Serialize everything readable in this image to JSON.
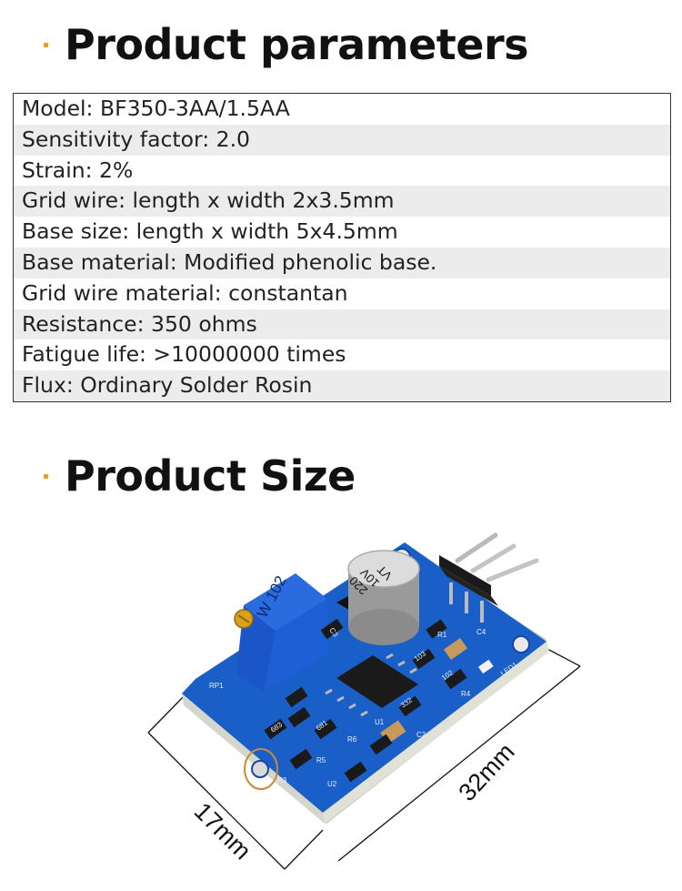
{
  "section1": {
    "title": "Product parameters"
  },
  "params": [
    "Model: BF350-3AA/1.5AA",
    "Sensitivity factor: 2.0",
    "Strain: 2%",
    "Grid wire: length x width 2x3.5mm",
    "Base size: length x width 5x4.5mm",
    "Base material: Modified phenolic base.",
    "Grid wire material: constantan",
    "Resistance: 350 ohms",
    "Fatigue life: >10000000 times",
    "Flux: Ordinary Solder Rosin"
  ],
  "section2": {
    "title": "Product Size"
  },
  "figure": {
    "dim_width": "17mm",
    "dim_length": "32mm",
    "pot_label": "W 102",
    "cap_label_1": "220",
    "cap_label_2": "10V",
    "cap_label_3": "VT",
    "silk": {
      "c3": "C3",
      "c2": "C2",
      "c4": "C4",
      "r1": "R1",
      "u1": "U1",
      "u2": "U2",
      "led1": "LED1",
      "r102": "102",
      "r103": "103",
      "r683": "683",
      "r681": "681",
      "r332": "332",
      "r4": "R4",
      "r5": "R5",
      "r6": "R6",
      "rp1": "RP1",
      "r3": "R3"
    },
    "colors": {
      "pcb": "#1a5fc8",
      "pot": "#1e5fd6",
      "bullet": "#f19a1a"
    }
  }
}
